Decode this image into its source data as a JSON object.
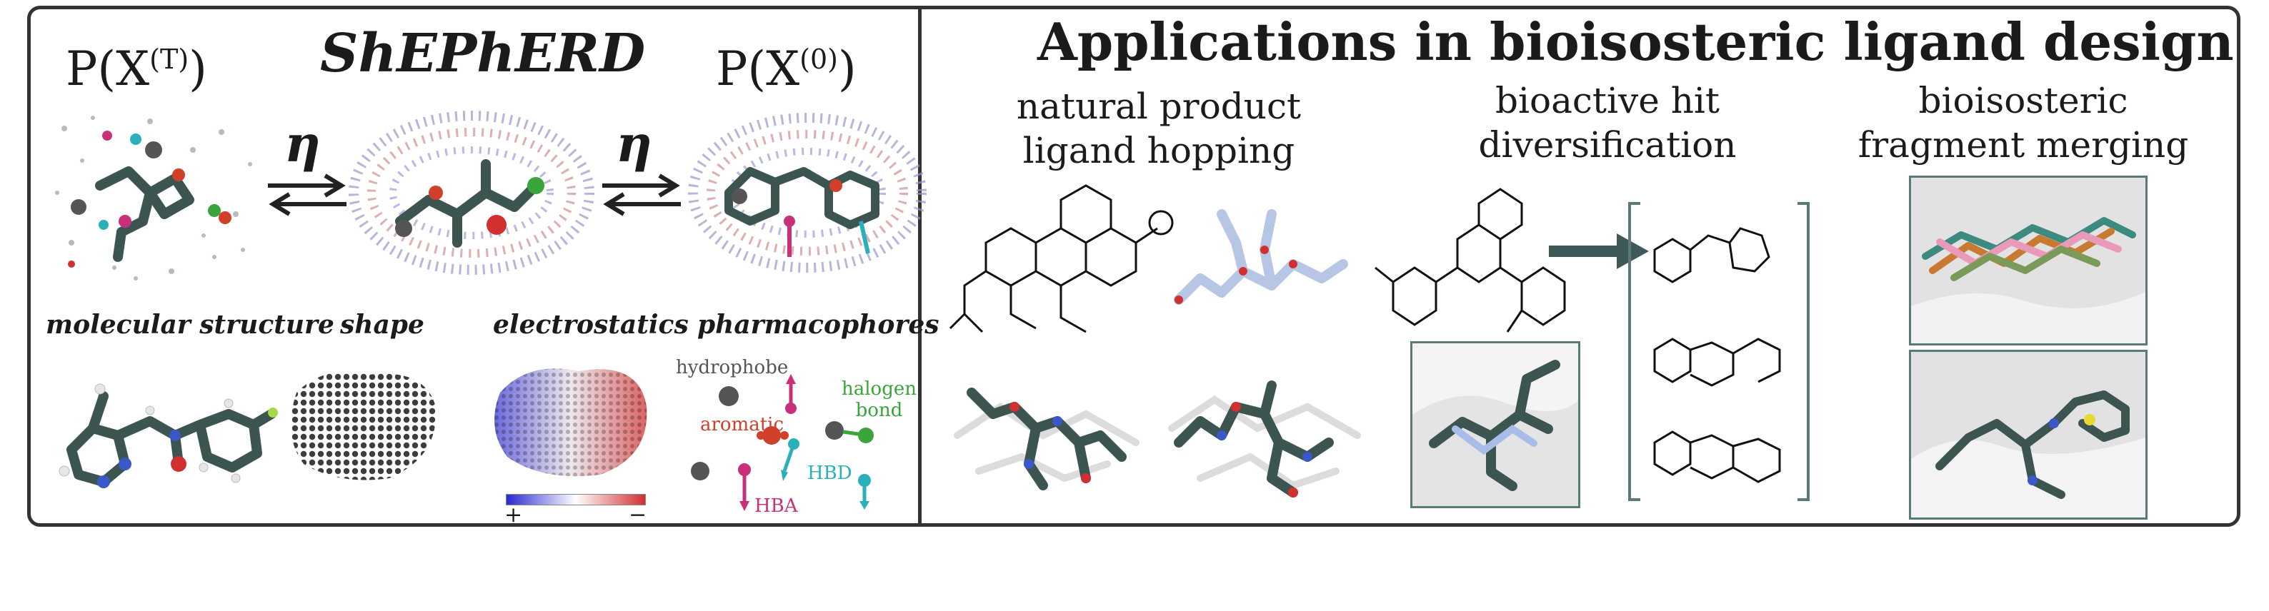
{
  "left_panel": {
    "title": "ShEPhERD",
    "prob_start": {
      "base": "P(X",
      "sup": "(T)",
      "close": ")"
    },
    "prob_end": {
      "base": "P(X",
      "sup": "(0)",
      "close": ")"
    },
    "eta_left": "η",
    "eta_right": "η",
    "representation_labels": {
      "molecular_structure": "molecular structure",
      "shape": "shape",
      "electrostatics": "electrostatics",
      "pharmacophores": "pharmacophores"
    },
    "pharmacophore_types": {
      "hydrophobe": "hydrophobe",
      "aromatic": "aromatic",
      "halogen_bond": "halogen\nbond",
      "hba": "HBA",
      "hbd": "HBD"
    },
    "esp_scale": {
      "plus": "+",
      "minus": "−"
    },
    "colors": {
      "hydrophobe": "#555555",
      "aromatic": "#d0402a",
      "halogen": "#3aa53a",
      "hba": "#c8307a",
      "hbd": "#2ab0b8",
      "esp_positive": "#3a3ad0",
      "esp_negative": "#d03030"
    }
  },
  "right_panel": {
    "title": "Applications in bioisosteric ligand design",
    "sections": [
      {
        "label_line1": "natural product",
        "label_line2": "ligand hopping"
      },
      {
        "label_line1": "bioactive hit",
        "label_line2": "diversification"
      },
      {
        "label_line1": "bioisosteric",
        "label_line2": "fragment merging"
      }
    ]
  }
}
